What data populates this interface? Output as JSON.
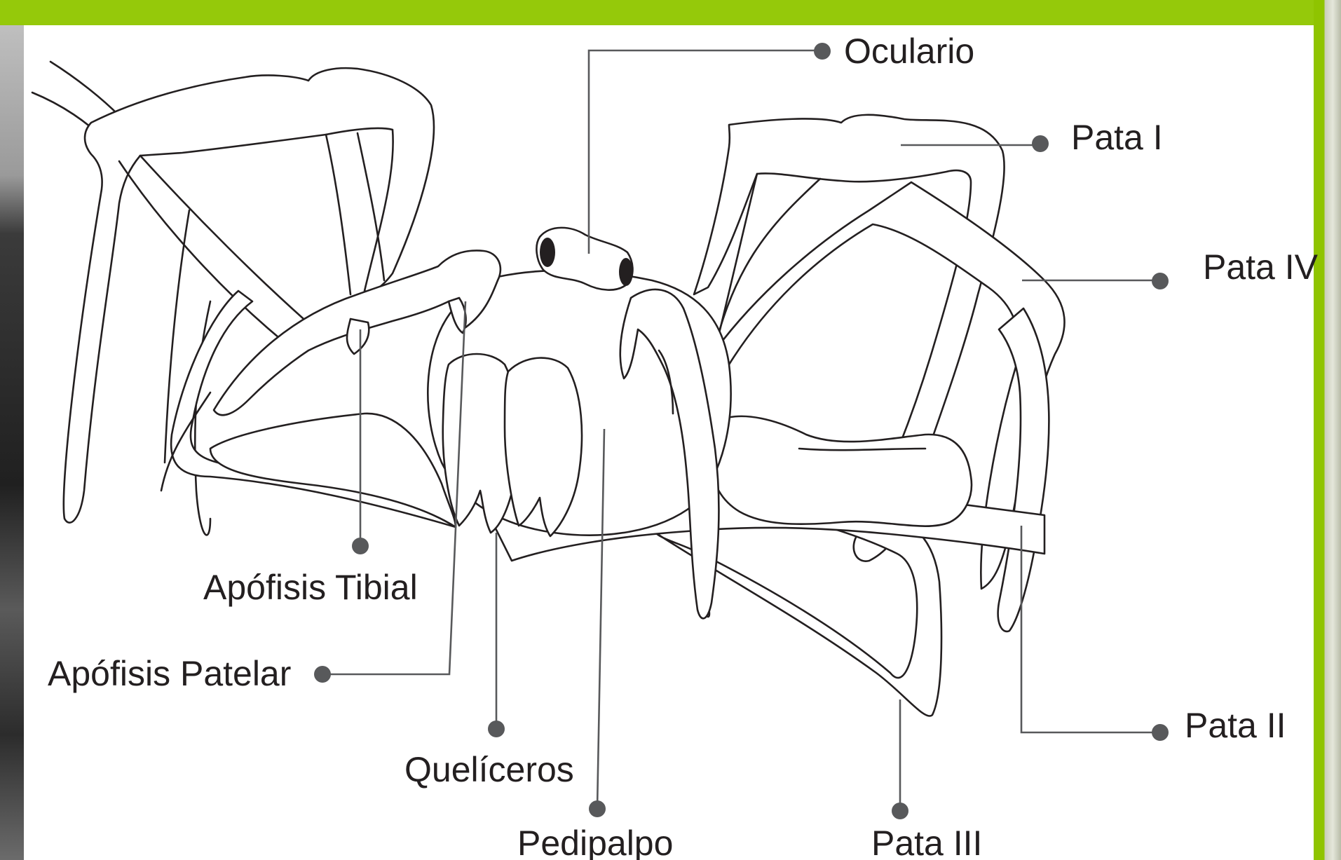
{
  "labels": {
    "ocular": "Ocular",
    "ocular_suffix": "io",
    "pata_i": "Pata I",
    "pata_iv": "Pata IV",
    "apofisis_tibial": "Apófisis Tibial",
    "apofisis_patelar": "Apófisis Patelar",
    "queliceros": "Quelíceros",
    "pedipalpo": "Pedipalpo",
    "pata_iii": "Pata III",
    "pata_ii": "Pata II"
  },
  "colors": {
    "frame_green": "#95c90a",
    "line_dark": "#231f20",
    "leader_gray": "#58595b",
    "panel_white": "#ffffff"
  }
}
